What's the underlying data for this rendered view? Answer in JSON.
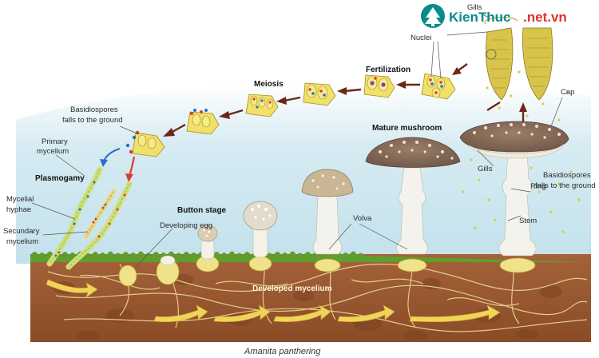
{
  "brand": {
    "name_a": "KienThuc",
    "name_b": ".net.vn",
    "color_a": "#0a8a8a",
    "color_b": "#e0322a",
    "logo_icon": "tree-logo-icon"
  },
  "labels": {
    "gills_top": "Gills",
    "nuclei": "Nuclei",
    "fertilization": "Fertilization",
    "meiosis": "Meiosis",
    "basidiospores_left_1": "Basidiospores",
    "basidiospores_left_2": "falls to the ground",
    "primary_mycelium_1": "Primary",
    "primary_mycelium_2": "mycelium",
    "plasmogamy": "Plasmogamy",
    "mycelial_hyphae_1": "Mycelial",
    "mycelial_hyphae_2": "hyphae",
    "secondary_mycelium_1": "Secundary",
    "secondary_mycelium_2": "mycelium",
    "button_stage": "Button stage",
    "developing_egg": "Developing egg",
    "volva": "Volva",
    "mature_mushroom": "Mature mushroom",
    "cap": "Cap",
    "gills": "Gills",
    "ring": "Ring",
    "stem": "Stem",
    "basidiospores_right_1": "Basidiospores",
    "basidiospores_right_2": "falls to the ground",
    "developed_mycelium": "Developed mycelium",
    "species": "Amanita panthering"
  },
  "colors": {
    "sky": "#cfe6ee",
    "soil": "#9a5a2e",
    "soil_dark": "#7a4322",
    "grass": "#5a9a2a",
    "mycelium": "#e8d28a",
    "cap_brown": "#8b6e58",
    "stem": "#f2f0ea",
    "arrow": "#7a2a1a",
    "spore": "#d9c84a"
  }
}
